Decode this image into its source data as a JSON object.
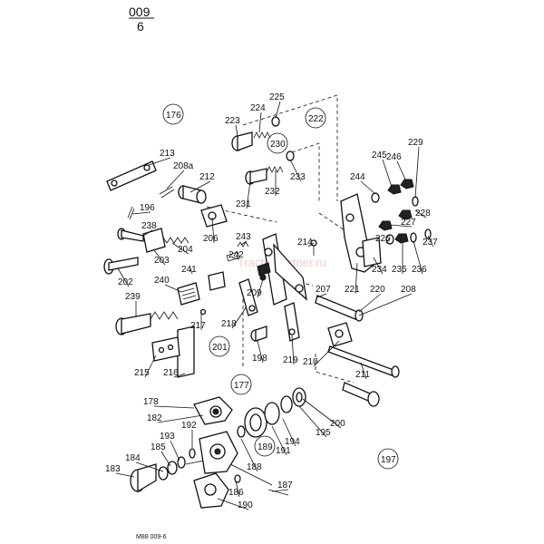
{
  "header": {
    "code_top": "009",
    "code_bottom": "6"
  },
  "footer": {
    "ref": "M88  009-6"
  },
  "watermark": "TractorPartner.ru",
  "group_refs": [
    "176",
    "222",
    "230",
    "201",
    "177",
    "189",
    "197"
  ],
  "part_labels": [
    "225",
    "224",
    "223",
    "233",
    "232",
    "231",
    "229",
    "246",
    "245",
    "244",
    "228",
    "227",
    "226",
    "237",
    "236",
    "235",
    "234",
    "221",
    "220",
    "208",
    "207",
    "214",
    "213",
    "208a",
    "212",
    "196",
    "238",
    "204",
    "206",
    "243",
    "242",
    "241",
    "202",
    "203",
    "239",
    "240",
    "217",
    "218",
    "209",
    "219",
    "198",
    "210",
    "211",
    "215",
    "216",
    "178",
    "182",
    "192",
    "193",
    "185",
    "184",
    "183",
    "188",
    "186",
    "187",
    "190",
    "191",
    "194",
    "195",
    "200"
  ]
}
